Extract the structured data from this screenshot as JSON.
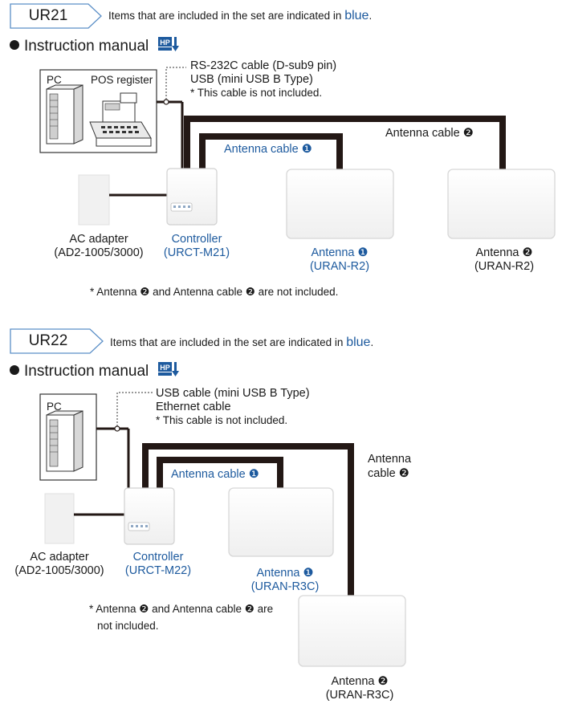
{
  "sections": [
    {
      "model": "UR21",
      "note_prefix": "Items that are included in the set are indicated in",
      "note_color_word": "blue",
      "manual_label": "Instruction manual",
      "devices": {
        "pc": "PC",
        "pos": "POS register"
      },
      "cable_info": [
        "RS-232C cable (D-sub9 pin)",
        "USB (mini USB B Type)",
        "* This cable is not included."
      ],
      "antenna_cable_1": "Antenna cable ❶",
      "antenna_cable_2": "Antenna cable ❷",
      "ac_adapter": [
        "AC adapter",
        "(AD2-1005/3000)"
      ],
      "controller": [
        "Controller",
        "(URCT-M21)"
      ],
      "antenna_1": [
        "Antenna ❶",
        "(URAN-R2)"
      ],
      "antenna_2": [
        "Antenna ❷",
        "(URAN-R2)"
      ],
      "footnote": [
        "* Antenna ❷ and Antenna cable ❷ are not included."
      ]
    },
    {
      "model": "UR22",
      "note_prefix": "Items that are included in the set are indicated in",
      "note_color_word": "blue",
      "manual_label": "Instruction manual",
      "devices": {
        "pc": "PC"
      },
      "cable_info": [
        "USB cable (mini USB B Type)",
        "Ethernet cable",
        "* This cable is not included."
      ],
      "antenna_cable_1": "Antenna cable ❶",
      "antenna_cable_2": [
        "Antenna",
        "cable ❷"
      ],
      "ac_adapter": [
        "AC adapter",
        "(AD2-1005/3000)"
      ],
      "controller": [
        "Controller",
        "(URCT-M22)"
      ],
      "antenna_1": [
        "Antenna ❶",
        "(URAN-R3C)"
      ],
      "antenna_2": [
        "Antenna ❷",
        "(URAN-R3C)"
      ],
      "footnote": [
        "* Antenna ❷ and Antenna cable ❷ are",
        "not included."
      ]
    }
  ],
  "icons": {
    "manual": "hp-download-icon"
  },
  "colors": {
    "included": "#1d5a9e",
    "cable": "#231815",
    "tag_border": "#5b8fc7"
  }
}
